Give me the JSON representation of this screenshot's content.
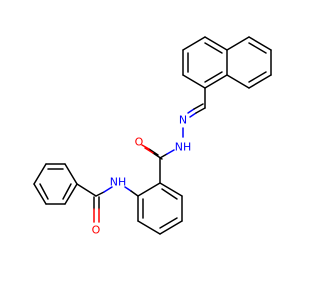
{
  "molecule": {
    "colors": {
      "bond": "#000000",
      "oxygen": "#ff0000",
      "nitrogen": "#0000ff",
      "background": "#ffffff"
    },
    "atom_labels": {
      "o_amide_left": "O",
      "nh_amide": "NH",
      "o_hydrazide": "O",
      "nh_hydrazide": "NH",
      "n_imine": "N"
    }
  }
}
